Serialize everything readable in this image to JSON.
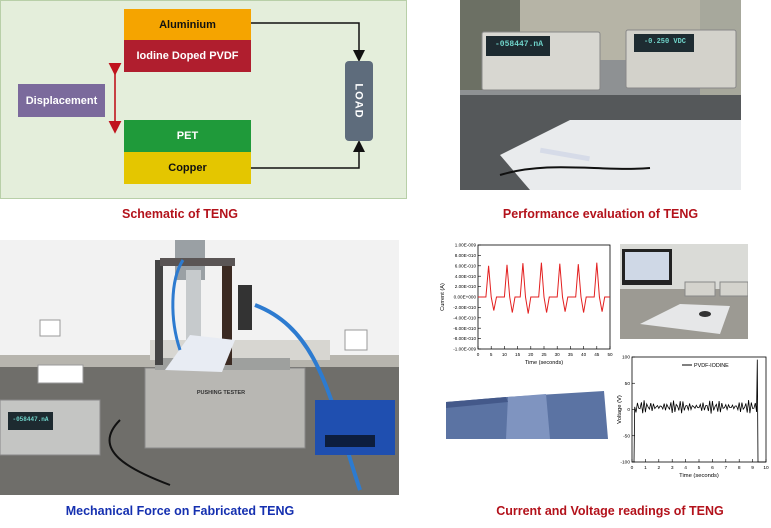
{
  "schematic": {
    "blocks": {
      "aluminium": "Aluminium",
      "pvdf": "Iodine Doped PVDF",
      "pet": "PET",
      "copper": "Copper",
      "displacement": "Displacement",
      "load": "LOAD"
    },
    "colors": {
      "aluminium": "#f5a400",
      "pvdf": "#b01e2e",
      "pet": "#1f9a3a",
      "copper": "#e4c600",
      "displacement": "#7b6a9c",
      "load": "#5e6c7c",
      "background": "#e4eedb"
    }
  },
  "captions": {
    "schematic": "Schematic of TENG",
    "performance": "Performance evaluation of TENG",
    "mechanical": "Mechanical Force on Fabricated TENG",
    "readings": "Current and Voltage readings of TENG"
  },
  "photos": {
    "meter1_display": "-058447.nA",
    "meter2_display": "-0.250 VDC",
    "machine_label": "PUSHING TESTER",
    "meter3_display": "-058447.nA"
  },
  "current_chart": {
    "ylabel": "Current (A)",
    "xlabel": "Time (seconds)",
    "yticks": [
      "1.00E-009",
      "8.00E-010",
      "6.00E-010",
      "4.00E-010",
      "2.00E-010",
      "0.00E+000",
      "-2.00E-010",
      "-4.00E-010",
      "-6.00E-010",
      "-8.00E-010",
      "-1.00E-009"
    ],
    "xticks": [
      "0",
      "5",
      "10",
      "15",
      "20",
      "25",
      "30",
      "35",
      "40",
      "45",
      "50"
    ]
  },
  "voltage_chart": {
    "ylabel": "Voltage (V)",
    "xlabel": "Time (seconds)",
    "legend": "PVDF-IODINE",
    "yticks": [
      "100",
      "50",
      "0",
      "-50",
      "-100"
    ],
    "xticks": [
      "0",
      "1",
      "2",
      "3",
      "4",
      "5",
      "6",
      "7",
      "8",
      "9",
      "10"
    ]
  },
  "chart_data": [
    {
      "type": "line",
      "ylabel": "Current (A)",
      "xlabel": "Time (seconds)",
      "xlim": [
        0,
        50
      ],
      "ylim": [
        -1e-09,
        1e-09
      ],
      "series": [
        {
          "values": [
            [
              0,
              0
            ],
            [
              3,
              0
            ],
            [
              4,
              6e-10
            ],
            [
              5,
              0
            ],
            [
              6,
              -2.6e-10
            ],
            [
              7,
              0
            ],
            [
              10,
              0
            ],
            [
              11,
              6.2e-10
            ],
            [
              12,
              0
            ],
            [
              13,
              -3e-10
            ],
            [
              14,
              0
            ],
            [
              16,
              0
            ],
            [
              17,
              6.5e-10
            ],
            [
              18,
              0
            ],
            [
              19,
              -3.2e-10
            ],
            [
              20,
              0
            ],
            [
              23,
              0
            ],
            [
              24,
              6.6e-10
            ],
            [
              25,
              0
            ],
            [
              26,
              -3e-10
            ],
            [
              27,
              0
            ],
            [
              30,
              0
            ],
            [
              31,
              6.4e-10
            ],
            [
              32,
              0
            ],
            [
              33,
              -2.8e-10
            ],
            [
              34,
              0
            ],
            [
              37,
              0
            ],
            [
              38,
              6.3e-10
            ],
            [
              39,
              0
            ],
            [
              40,
              -3e-10
            ],
            [
              41,
              0
            ],
            [
              44,
              0
            ],
            [
              45,
              6.6e-10
            ],
            [
              46,
              0
            ],
            [
              47,
              -2.8e-10
            ],
            [
              48,
              0
            ],
            [
              50,
              0
            ]
          ]
        }
      ]
    },
    {
      "type": "line",
      "ylabel": "Voltage (V)",
      "xlabel": "Time (seconds)",
      "xlim": [
        0,
        10
      ],
      "ylim": [
        -100,
        100
      ],
      "series": [
        {
          "name": "PVDF-IODINE",
          "values": [
            [
              0,
              -100
            ],
            [
              0.15,
              -100
            ],
            [
              0.2,
              5
            ],
            [
              9.3,
              5
            ],
            [
              9.35,
              95
            ],
            [
              9.4,
              -100
            ],
            [
              10,
              -100
            ]
          ]
        }
      ]
    }
  ]
}
